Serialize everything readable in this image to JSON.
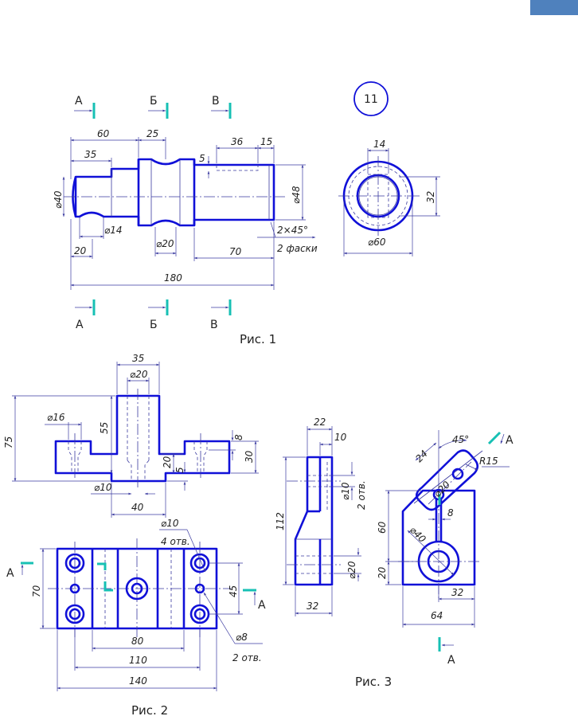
{
  "page": {
    "accent_tab_color": "#4f81bd",
    "outline_color": "#1010d8",
    "section_mark_color": "#17c0b4"
  },
  "fig1": {
    "badge": "11",
    "caption": "Рис. 1",
    "sections": [
      "А",
      "Б",
      "В"
    ],
    "dims": {
      "d60": "60",
      "d25": "25",
      "d35": "35",
      "d36": "36",
      "d15": "15",
      "d5": "5",
      "phi40": "⌀40",
      "phi48": "⌀48",
      "phi14": "⌀14",
      "phi20": "⌀20",
      "d20": "20",
      "d70": "70",
      "d180": "180",
      "chamfer": "2×45°",
      "chamfer_note": "2 фаски",
      "v14": "14",
      "v32": "32",
      "phi60": "⌀60"
    }
  },
  "fig2": {
    "caption": "Рис. 2",
    "section": "А",
    "dims": {
      "d35": "35",
      "phi20": "⌀20",
      "phi16": "⌀16",
      "d55": "55",
      "d75": "75",
      "d8": "8",
      "d30": "30",
      "d20": "20",
      "d5": "5",
      "phi10": "⌀10",
      "d40": "40",
      "phi10b": "⌀10",
      "holes4": "4 отв.",
      "d70": "70",
      "d45": "45",
      "d80": "80",
      "d110": "110",
      "d140": "140",
      "phi8": "⌀8",
      "holes2": "2 отв."
    }
  },
  "fig3": {
    "caption": "Рис. 3",
    "section": "А",
    "dims": {
      "d22": "22",
      "d10": "10",
      "d112": "112",
      "phi10": "⌀10",
      "holes2": "2 отв.",
      "phi20": "⌀20",
      "d32": "32",
      "angle": "45°",
      "d24": "24",
      "r15": "R15",
      "phi20b": "⌀20",
      "phi40": "⌀40",
      "d8": "8",
      "d60": "60",
      "d20": "20",
      "d32b": "32",
      "d64": "64"
    }
  }
}
